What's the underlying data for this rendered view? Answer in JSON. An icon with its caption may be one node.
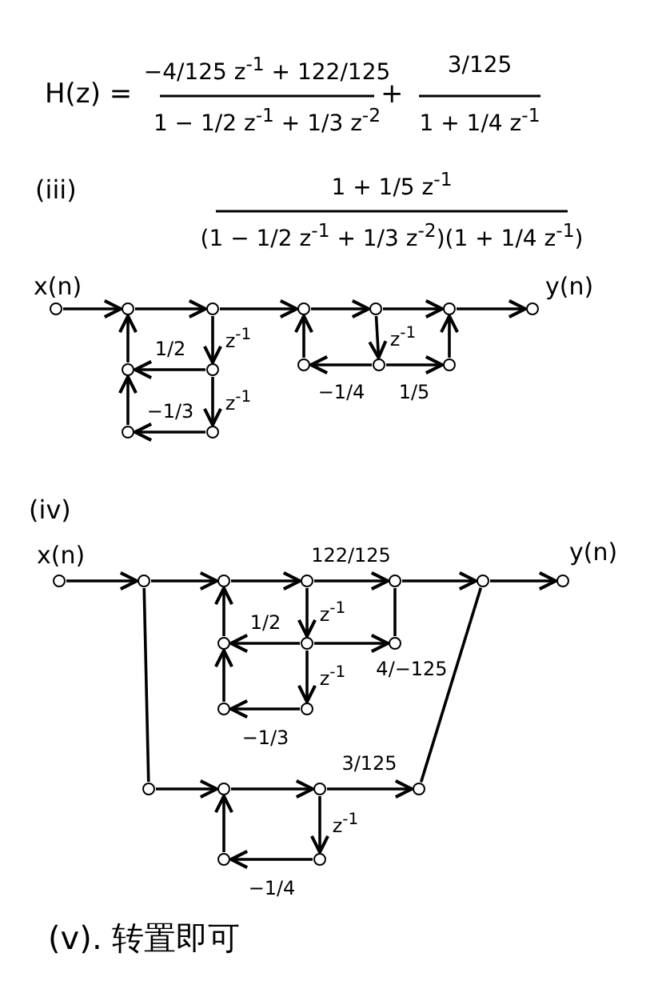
{
  "diagram": {
    "nodes": [
      {
        "text": [],
        "shape": "circle",
        "beside": [
          "x(n)"
        ]
      },
      {
        "text": [],
        "shape": "circle"
      },
      {
        "text": [],
        "shape": "circle"
      },
      {
        "text": [],
        "shape": "circle"
      },
      {
        "text": [],
        "shape": "circle"
      },
      {
        "text": [],
        "shape": "circle"
      },
      {
        "text": [],
        "shape": "circle",
        "beside": [
          "y(n)"
        ]
      },
      {
        "text": [],
        "shape": "circle"
      },
      {
        "text": [],
        "shape": "circle"
      },
      {
        "text": [],
        "shape": "circle"
      },
      {
        "text": [],
        "shape": "circle"
      },
      {
        "text": [],
        "shape": "circle"
      },
      {
        "text": [],
        "shape": "circle"
      },
      {
        "text": [],
        "shape": "circle"
      },
      {
        "text": [],
        "shape": "circle",
        "beside": [
          "x(n)"
        ]
      },
      {
        "text": [],
        "shape": "circle"
      },
      {
        "text": [],
        "shape": "circle"
      },
      {
        "text": [],
        "shape": "circle"
      },
      {
        "text": [],
        "shape": "circle"
      },
      {
        "text": [],
        "shape": "circle"
      },
      {
        "text": [],
        "shape": "circle",
        "beside": [
          "y(n)"
        ]
      },
      {
        "text": [],
        "shape": "circle"
      },
      {
        "text": [],
        "shape": "circle"
      },
      {
        "text": [],
        "shape": "circle"
      },
      {
        "text": [],
        "shape": "circle"
      },
      {
        "text": [],
        "shape": "circle"
      },
      {
        "text": [],
        "shape": "circle"
      },
      {
        "text": [],
        "shape": "circle"
      },
      {
        "text": [],
        "shape": "circle"
      },
      {
        "text": [],
        "shape": "circle"
      },
      {
        "text": [],
        "shape": "circle"
      },
      {
        "text": [],
        "shape": "circle"
      }
    ],
    "edges": [
      {
        "from": 0,
        "to": 1,
        "arrow": "to"
      },
      {
        "from": 1,
        "to": 2,
        "arrow": "to"
      },
      {
        "from": 2,
        "to": 3,
        "arrow": "to"
      },
      {
        "from": 3,
        "to": 4,
        "arrow": "to"
      },
      {
        "from": 4,
        "to": 5,
        "arrow": "to"
      },
      {
        "from": 5,
        "to": 6,
        "arrow": "to"
      },
      {
        "from": 2,
        "to": 8,
        "arrow": "to",
        "label": "z$^{-1}$"
      },
      {
        "from": 8,
        "to": 7,
        "arrow": "to",
        "label": "1/2"
      },
      {
        "from": 7,
        "to": 1,
        "arrow": "to"
      },
      {
        "from": 8,
        "to": 10,
        "arrow": "to",
        "label": "z$^{-1}$"
      },
      {
        "from": 10,
        "to": 9,
        "arrow": "to",
        "label": "−1/3"
      },
      {
        "from": 9,
        "to": 7,
        "arrow": "to"
      },
      {
        "from": 4,
        "to": 12,
        "arrow": "to",
        "label": "z$^{-1}$"
      },
      {
        "from": 12,
        "to": 11,
        "arrow": "to",
        "label": "−1/4"
      },
      {
        "from": 11,
        "to": 3,
        "arrow": "to"
      },
      {
        "from": 12,
        "to": 13,
        "arrow": "to",
        "label": "1/5"
      },
      {
        "from": 13,
        "to": 5,
        "arrow": "to"
      },
      {
        "from": 14,
        "to": 15,
        "arrow": "to"
      },
      {
        "from": 15,
        "to": 16,
        "arrow": "to"
      },
      {
        "from": 16,
        "to": 17,
        "arrow": "to"
      },
      {
        "from": 17,
        "to": 18,
        "arrow": "to",
        "label": "122/125"
      },
      {
        "from": 18,
        "to": 19,
        "arrow": "to"
      },
      {
        "from": 19,
        "to": 20,
        "arrow": "to"
      },
      {
        "from": 17,
        "to": 22,
        "arrow": "to",
        "label": "z$^{-1}$"
      },
      {
        "from": 22,
        "to": 21,
        "arrow": "to",
        "label": "1/2"
      },
      {
        "from": 21,
        "to": 16,
        "arrow": "to"
      },
      {
        "from": 22,
        "to": 23,
        "arrow": "to",
        "label": "4/−125"
      },
      {
        "from": 23,
        "to": 18,
        "arrow": "none"
      },
      {
        "from": 22,
        "to": 25,
        "arrow": "to",
        "label": "z$^{-1}$"
      },
      {
        "from": 25,
        "to": 24,
        "arrow": "to",
        "label": "−1/3"
      },
      {
        "from": 24,
        "to": 21,
        "arrow": "to"
      },
      {
        "from": 15,
        "to": 26,
        "arrow": "none"
      },
      {
        "from": 26,
        "to": 27,
        "arrow": "to"
      },
      {
        "from": 27,
        "to": 28,
        "arrow": "to"
      },
      {
        "from": 28,
        "to": 29,
        "arrow": "to",
        "label": "3/125"
      },
      {
        "from": 29,
        "to": 19,
        "arrow": "none"
      },
      {
        "from": 28,
        "to": 31,
        "arrow": "to",
        "label": "z$^{-1}$"
      },
      {
        "from": 31,
        "to": 30,
        "arrow": "to",
        "label": "−1/4"
      },
      {
        "from": 30,
        "to": 27,
        "arrow": "to"
      }
    ],
    "labels": [
      "H(z) =",
      "−4/125 z$^{-1}$ + 122/125",
      "1 − 1/2 z$^{-1}$ + 1/3 z$^{-2}$",
      "+",
      "3/125",
      "1 + 1/4 z$^{-1}$",
      "(iii)",
      "1 + 1/5 z$^{-1}$",
      "(1 − 1/2 z$^{-1}$ + 1/3 z$^{-2}$)(1 + 1/4 z$^{-1}$)",
      "(iv)",
      "(v). 转置即可"
    ]
  }
}
